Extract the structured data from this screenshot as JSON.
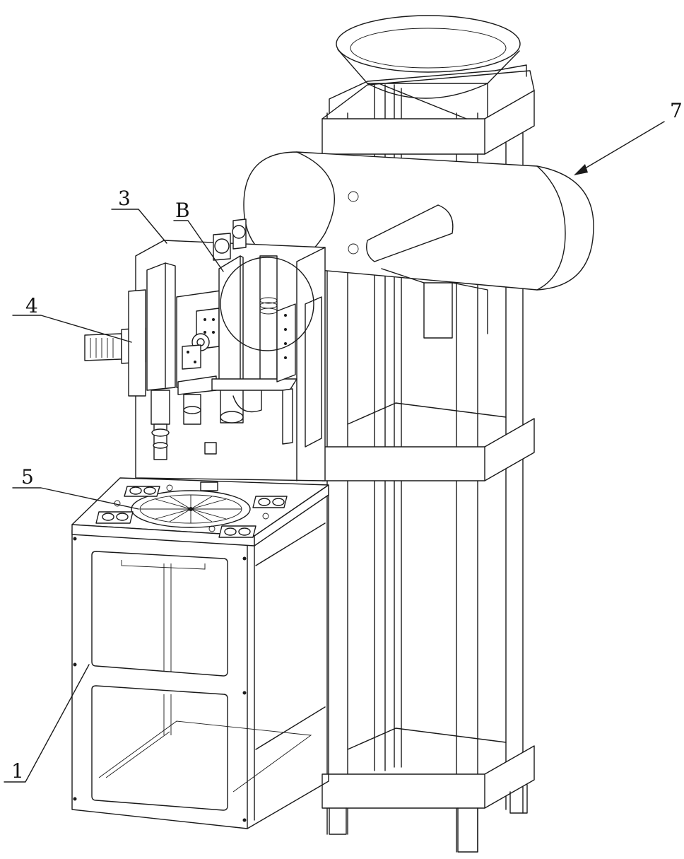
{
  "labels": {
    "frame": "1",
    "head": "3",
    "cylinder": "4",
    "turntable": "5",
    "feeder": "7",
    "detail": "B"
  },
  "colors": {
    "ink": "#1a1a1a",
    "paper": "#ffffff"
  }
}
